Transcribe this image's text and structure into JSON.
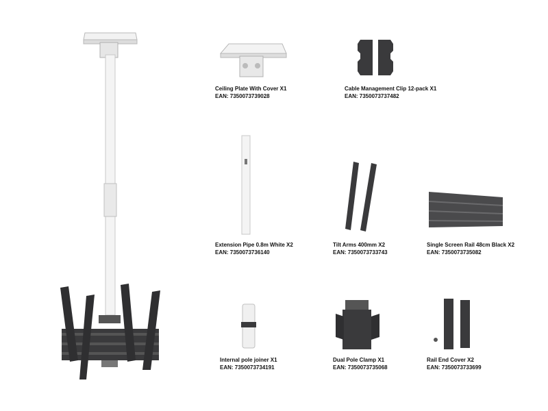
{
  "products": [
    {
      "name": "Ceiling Plate With Cover X1",
      "ean": "EAN: 7350073739028"
    },
    {
      "name": "Cable Management Clip 12-pack X1",
      "ean": "EAN: 7350073737482"
    },
    {
      "name": "Extension Pipe 0.8m White X2",
      "ean": "EAN: 7350073736140"
    },
    {
      "name": "Tilt Arms 400mm X2",
      "ean": "EAN: 7350073733743"
    },
    {
      "name": "Single Screen Rail 48cm Black X2",
      "ean": "EAN: 7350073735082"
    },
    {
      "name": "Internal pole joiner X1",
      "ean": "EAN: 7350073734191"
    },
    {
      "name": "Dual Pole Clamp X1",
      "ean": "EAN: 7350073735068"
    },
    {
      "name": "Rail End Cover X2",
      "ean": "EAN: 7350073733699"
    }
  ],
  "colors": {
    "white_part": "#ececec",
    "dark_part": "#3a3a3c",
    "text": "#111111"
  }
}
